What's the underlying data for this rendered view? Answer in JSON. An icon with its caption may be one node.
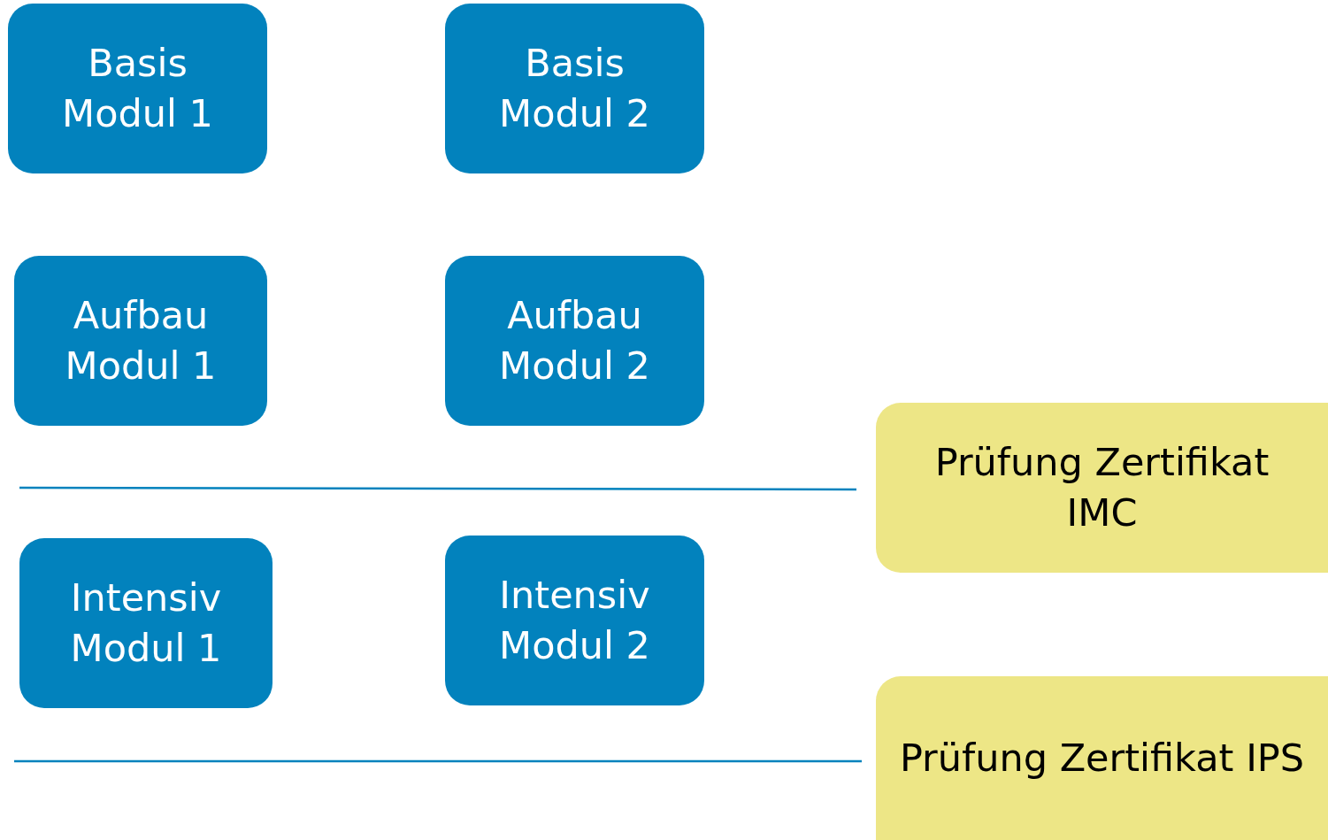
{
  "diagram": {
    "nodes": [
      {
        "text": [
          "Basis Modul 1"
        ]
      },
      {
        "text": [
          "Basis Modul 2"
        ]
      },
      {
        "text": [
          "Aufbau Modul 1"
        ]
      },
      {
        "text": [
          "Aufbau Modul 2"
        ]
      },
      {
        "text": [
          "Prüfung Zertifikat IMC"
        ]
      },
      {
        "text": [
          "Intensiv Modul 1"
        ]
      },
      {
        "text": [
          "Intensiv Modul 2"
        ]
      },
      {
        "text": [
          "Prüfung Zertifikat IPS"
        ]
      }
    ]
  }
}
